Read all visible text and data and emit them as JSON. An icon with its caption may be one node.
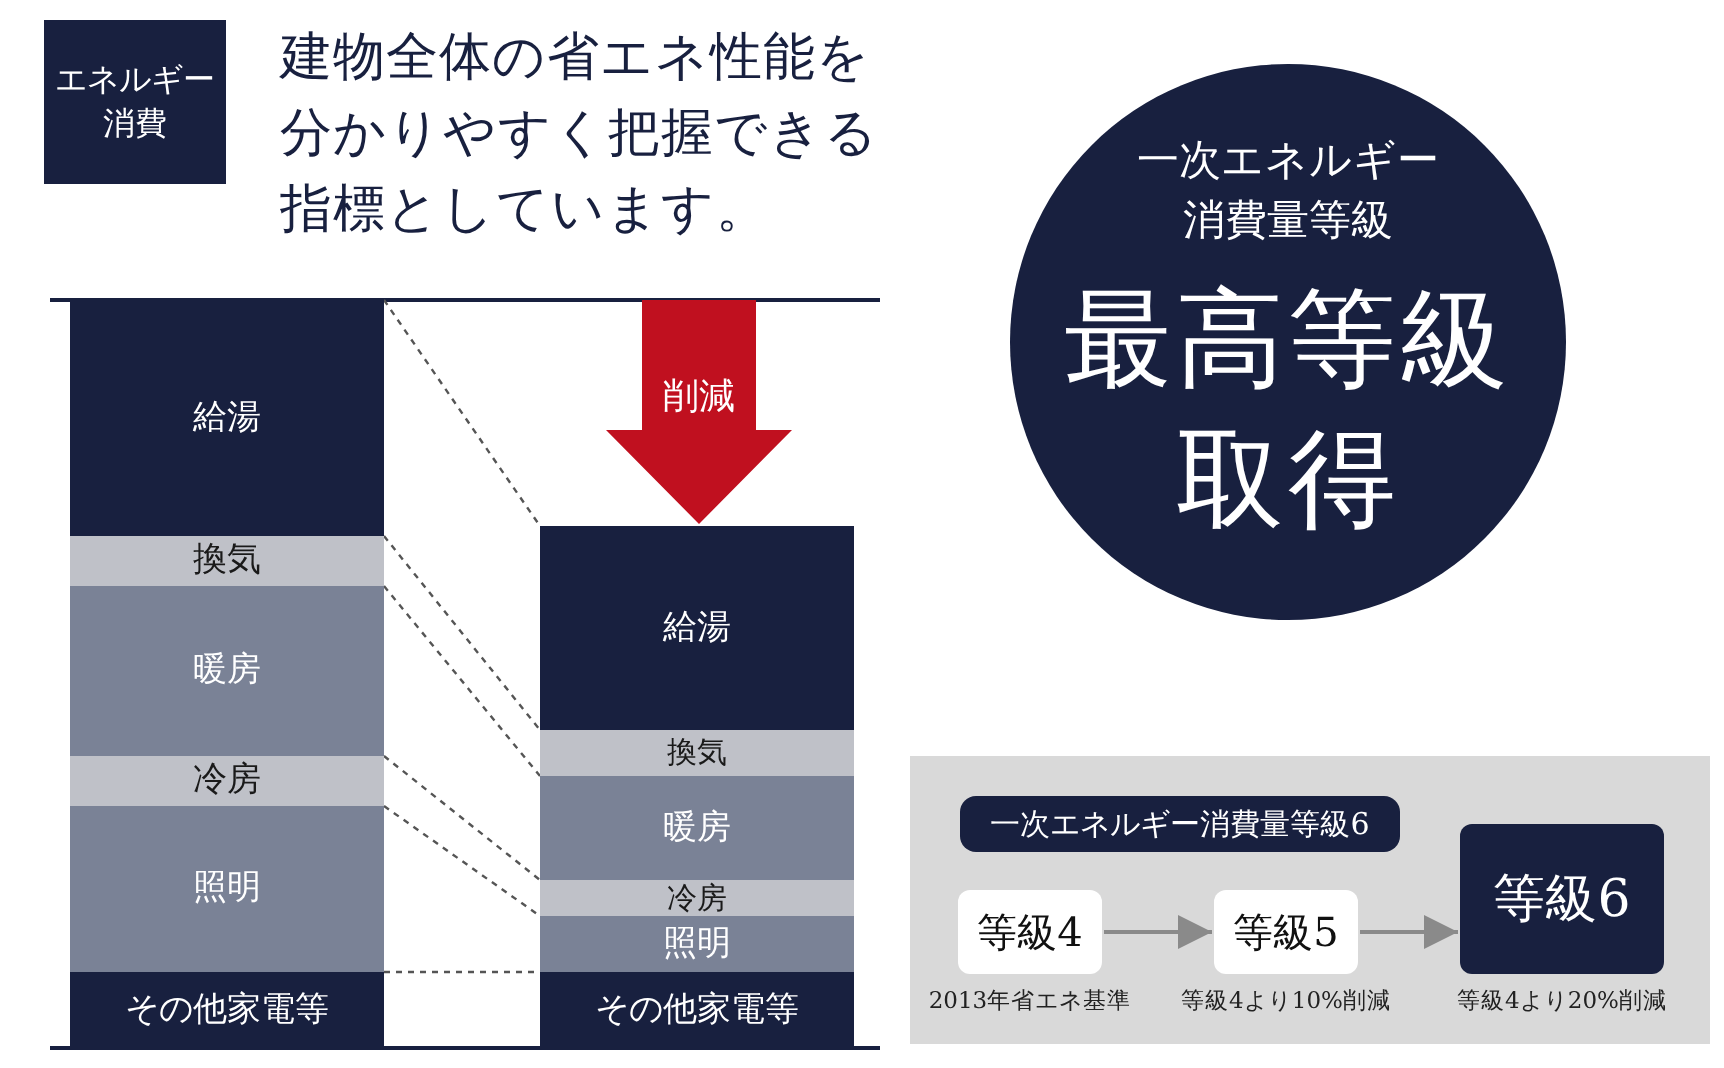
{
  "diagram": {
    "nodes": [
      {
        "text": [
          "エネルギー消費"
        ]
      },
      {
        "text": [
          "給湯"
        ]
      },
      {
        "text": [
          "換気"
        ]
      },
      {
        "text": [
          "暖房"
        ]
      },
      {
        "text": [
          "冷房"
        ]
      },
      {
        "text": [
          "照明"
        ]
      },
      {
        "text": [
          "その他家電等"
        ]
      },
      {
        "text": [
          "給湯"
        ]
      },
      {
        "text": [
          "換気"
        ]
      },
      {
        "text": [
          "暖房"
        ]
      },
      {
        "text": [
          "冷房"
        ]
      },
      {
        "text": [
          "照明"
        ]
      },
      {
        "text": [
          "その他家電等"
        ]
      },
      {
        "text": [
          "削減"
        ]
      },
      {
        "text": [
          "一次エネルギー消費量等級",
          "最高等級取得"
        ]
      },
      {
        "text": [],
        "shape": "box"
      },
      {
        "text": [
          "一次エネルギー消費量等級6"
        ],
        "in": 15
      },
      {
        "text": [
          "等級4"
        ],
        "beside": [
          "2013年省エネ基準"
        ],
        "in": 15
      },
      {
        "text": [
          "等級5"
        ],
        "beside": [
          "等級4より10%削減"
        ],
        "in": 15
      },
      {
        "text": [
          "等級6"
        ],
        "beside": [
          "等級4より20%削減"
        ],
        "in": 15
      }
    ],
    "edges": [
      {
        "from": 17,
        "to": 18,
        "arrow": "to"
      },
      {
        "from": 18,
        "to": 19,
        "arrow": "to"
      }
    ],
    "labels": [
      "建物全体の省エネ性能を分かりやすく把握できる指標としています。"
    ]
  }
}
